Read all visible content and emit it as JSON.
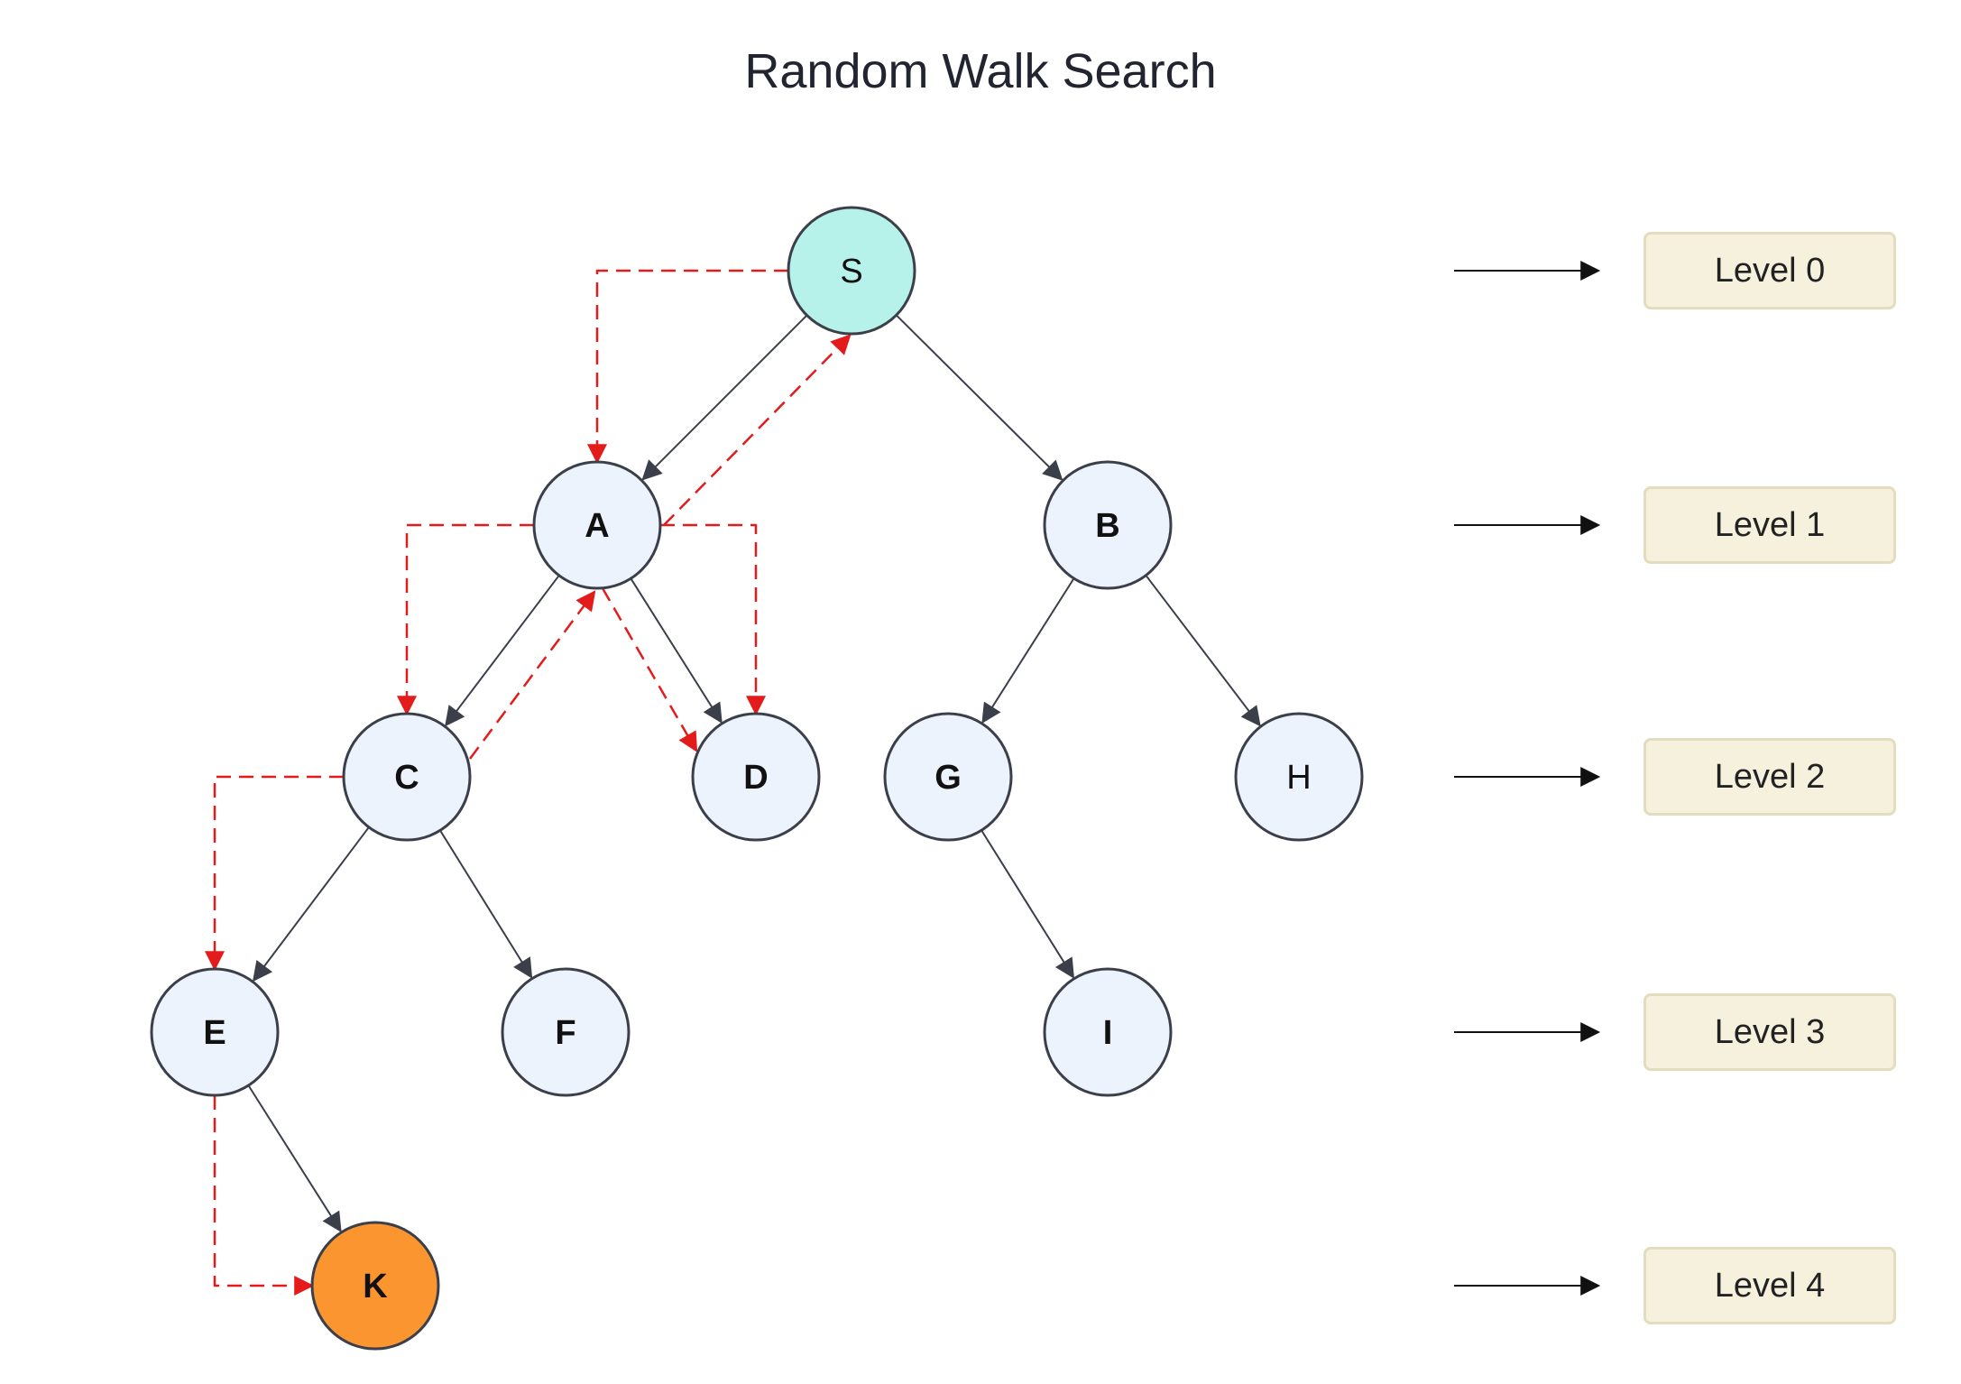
{
  "title": "Random Walk Search",
  "nodes": [
    {
      "id": "S",
      "label": "S",
      "bold": false,
      "fill": "#b6f2ea",
      "level": 0
    },
    {
      "id": "A",
      "label": "A",
      "bold": true,
      "fill": "#edf3fc",
      "level": 1
    },
    {
      "id": "B",
      "label": "B",
      "bold": true,
      "fill": "#edf3fc",
      "level": 1
    },
    {
      "id": "C",
      "label": "C",
      "bold": true,
      "fill": "#edf3fc",
      "level": 2
    },
    {
      "id": "D",
      "label": "D",
      "bold": true,
      "fill": "#edf3fc",
      "level": 2
    },
    {
      "id": "G",
      "label": "G",
      "bold": true,
      "fill": "#edf3fc",
      "level": 2
    },
    {
      "id": "H",
      "label": "H",
      "bold": false,
      "fill": "#edf3fc",
      "level": 2
    },
    {
      "id": "E",
      "label": "E",
      "bold": true,
      "fill": "#edf3fc",
      "level": 3
    },
    {
      "id": "F",
      "label": "F",
      "bold": true,
      "fill": "#edf3fc",
      "level": 3
    },
    {
      "id": "I",
      "label": "I",
      "bold": true,
      "fill": "#edf3fc",
      "level": 3
    },
    {
      "id": "K",
      "label": "K",
      "bold": true,
      "fill": "#fb9530",
      "level": 4
    }
  ],
  "tree_edges": [
    {
      "from": "S",
      "to": "A"
    },
    {
      "from": "S",
      "to": "B"
    },
    {
      "from": "A",
      "to": "C"
    },
    {
      "from": "A",
      "to": "D"
    },
    {
      "from": "B",
      "to": "G"
    },
    {
      "from": "B",
      "to": "H"
    },
    {
      "from": "C",
      "to": "E"
    },
    {
      "from": "C",
      "to": "F"
    },
    {
      "from": "G",
      "to": "I"
    },
    {
      "from": "E",
      "to": "K"
    }
  ],
  "walk_edges": [
    {
      "from": "S",
      "to": "A"
    },
    {
      "from": "A",
      "to": "S"
    },
    {
      "from": "A",
      "to": "C"
    },
    {
      "from": "A",
      "to": "D"
    },
    {
      "from": "A",
      "to": "D"
    },
    {
      "from": "C",
      "to": "A"
    },
    {
      "from": "C",
      "to": "E"
    },
    {
      "from": "E",
      "to": "K"
    }
  ],
  "levels": [
    "Level 0",
    "Level 1",
    "Level 2",
    "Level 3",
    "Level 4"
  ],
  "colors": {
    "node_stroke": "#3b3f4a",
    "tree_edge": "#3b3f4a",
    "walk_edge": "#e31b1b",
    "start_node": "#b6f2ea",
    "target_node": "#fb9530",
    "level_box_fill": "#f6f1dd"
  }
}
